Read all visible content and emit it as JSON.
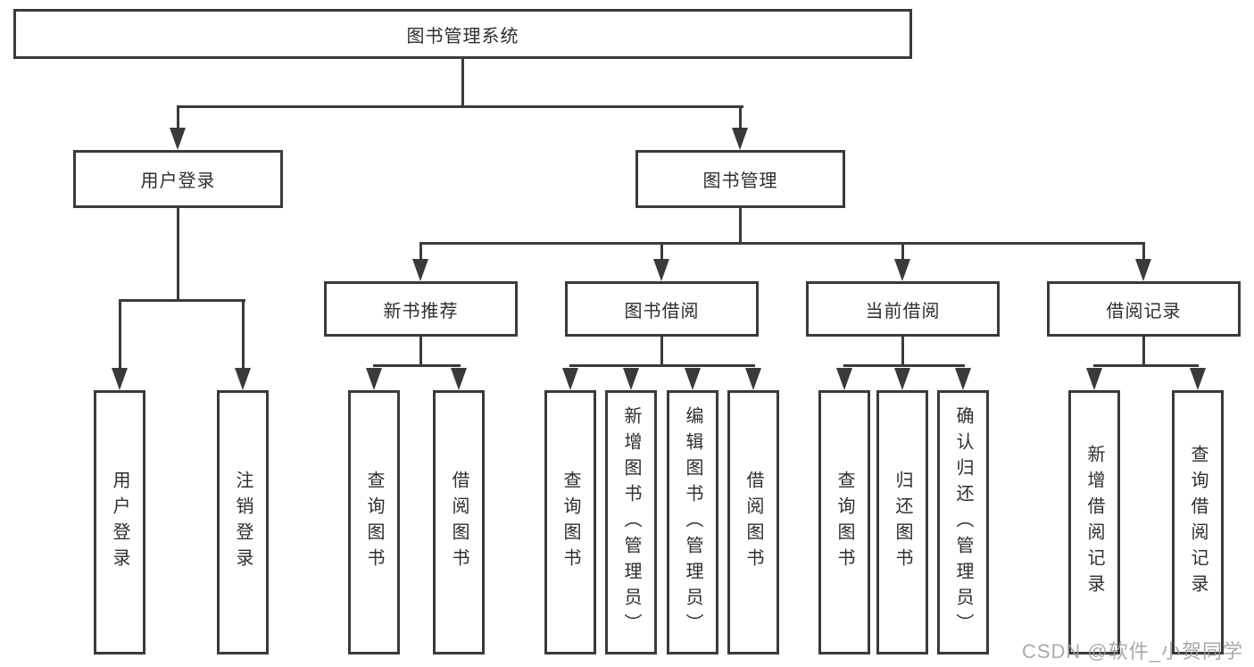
{
  "diagram": {
    "root": {
      "label": "图书管理系统"
    },
    "branches": [
      {
        "label": "用户登录",
        "children": [
          {
            "label": "用户登录"
          },
          {
            "label": "注销登录"
          }
        ]
      },
      {
        "label": "图书管理",
        "children": [
          {
            "label": "新书推荐",
            "children": [
              {
                "label": "查询图书"
              },
              {
                "label": "借阅图书"
              }
            ]
          },
          {
            "label": "图书借阅",
            "children": [
              {
                "label": "查询图书"
              },
              {
                "label": "新增图书（管理员）"
              },
              {
                "label": "编辑图书（管理员）"
              },
              {
                "label": "借阅图书"
              }
            ]
          },
          {
            "label": "当前借阅",
            "children": [
              {
                "label": "查询图书"
              },
              {
                "label": "归还图书"
              },
              {
                "label": "确认归还（管理员）"
              }
            ]
          },
          {
            "label": "借阅记录",
            "children": [
              {
                "label": "新增借阅记录"
              },
              {
                "label": "查询借阅记录"
              }
            ]
          }
        ]
      }
    ]
  },
  "watermark": {
    "text": "CSDN @软件_小贺同学"
  },
  "colors": {
    "line": "#3a3a3a",
    "text": "#2e2e2e",
    "watermark": "#9b9b9b",
    "background": "#ffffff"
  }
}
